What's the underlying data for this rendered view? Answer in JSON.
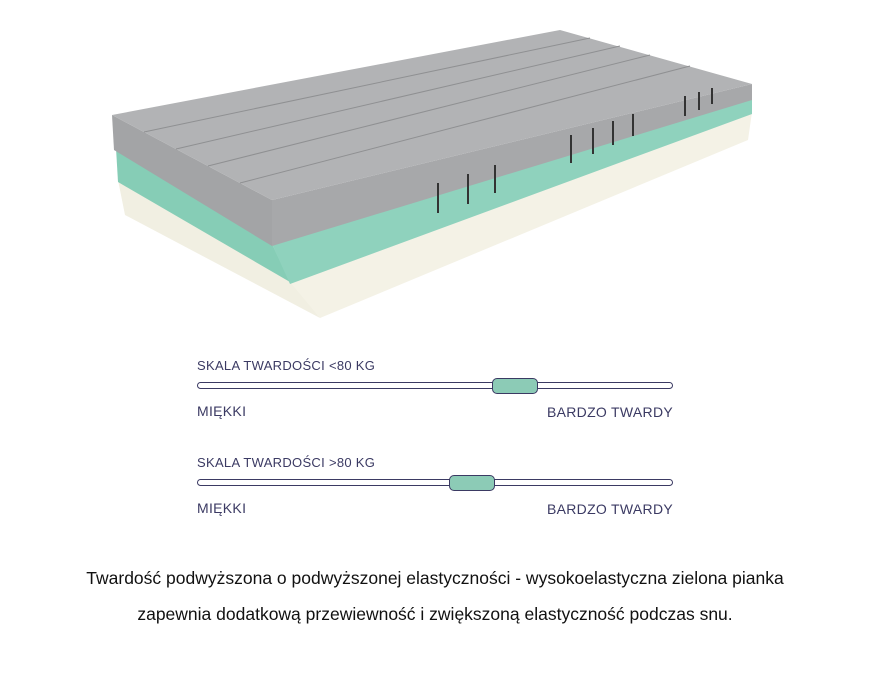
{
  "scales": [
    {
      "title": "SKALA TWARDOŚCI <80 KG",
      "min_label": "MIĘKKI",
      "max_label": "BARDZO TWARDY",
      "value": 0.67
    },
    {
      "title": "SKALA TWARDOŚCI >80 KG",
      "min_label": "MIĘKKI",
      "max_label": "BARDZO TWARDY",
      "value": 0.58
    }
  ],
  "caption": {
    "line1": "Twardość podwyższona o podwyższonej elastyczności - wysokoelastyczna zielona pianka",
    "line2": "zapewnia dodatkową przewiewność i zwiększoną elastyczność podczas snu."
  },
  "colors": {
    "foam_gray": "#a9aaac",
    "foam_green": "#8fd2bd",
    "foam_cream": "#f1efe2",
    "ink": "#3b3a63"
  }
}
